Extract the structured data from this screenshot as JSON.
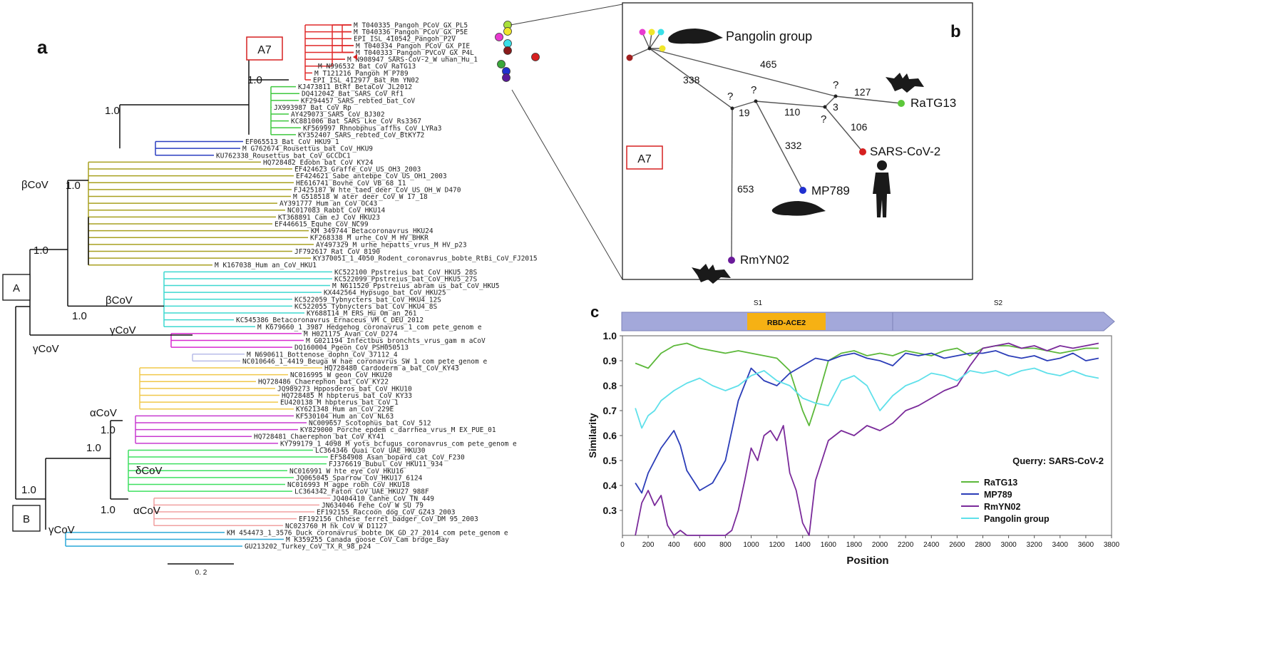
{
  "panels": {
    "a": "a",
    "b": "b",
    "c": "c"
  },
  "tree": {
    "scale_label": "0. 2",
    "group_labels": {
      "A": "A",
      "B": "B",
      "A7": "A7",
      "beta1": "βCoV",
      "beta2": "βCoV",
      "gamma1": "γCoV",
      "gamma2": "γCoV",
      "gamma3": "γCoV",
      "alpha1": "αCoV",
      "alpha2": "αCoV",
      "delta": "δCoV"
    },
    "support": "1.0",
    "taxa": [
      "M T040335_Pangoh_PCoV_GX_PL5",
      "M T040336_Pangoh_PCoV_GX_P5E",
      "EPI_ISL_410542_Pangoh_P2V",
      "M T040334_Pangoh_PCoV_GX_PIE",
      "M T040333_Pangoh_PVCoV_GX_P4L",
      "M N908947_SARS-CoV-2_W uhan_Hu_1",
      "M N996532_Bat_CoV_RaTG13",
      "M T121216_Pangoh_M P789",
      "EPI_ISL_412977_Bat_Rm YN02",
      "KJ473811_BtRf_BetaCoV_JL2012",
      "DQ412042_Bat_SARS_CoV_Rf1",
      "KF294457_SARS_rebted_bat_CoV",
      "JX993987_Bat_CoV_Rp",
      "AY429073_SARS_CoV_BJ302",
      "KC881006_Bat_SARS_Lke_CoV_Rs3367",
      "KF569997_Rhnobphus_affhs_CoV_LYRa3",
      "KY352407_SARS_rebted_CoV_BtKY72",
      "EF065513_Bat_CoV_HKU9_1",
      "M G762674_Rousettus_bat_CoV_HKU9",
      "KU762338_Rousettus_bat_CoV_GCCDC1",
      "HQ728482_Edobn_bat_CoV_KY24",
      "EF424623_Graffe_CoV_US_OH3_2003",
      "EF424621_Sabe_antebpe_CoV_US_OH1_2003",
      "HE616741_Bovhe_CoV_VB_68_11",
      "FJ425187_W hte_taed_deer_CoV_US_OH_W D470",
      "M G518518_W ater_deer_CoV_W 17_18",
      "AY391777_Hum an_CoV_OC43",
      "NC017083_Rabbt_CoV_HKU14",
      "KT368891_Cam eJ_CoV_HKU23",
      "EF446615_Equhe_CoV_NC99",
      "KM 349744_Betacoronavrus_HKU24",
      "KF268338_M urhe_CoV_M HV_BHKR",
      "AY497329_M urhe_hepatts_vrus_M HV_p23",
      "JF792617_Rat_CoV_8190",
      "KY370051_1_4050_Rodent_coronavrus_bobte_RtBi_CoV_FJ2015",
      "M K167038_Hum an_CoV_HKU1",
      "KC522100_Ppstreius_bat_CoV_HKU5_28S",
      "KC522099_Ppstreius_bat_CoV_HKU5_27S",
      "M N611520_Ppstreius_abram us_bat_CoV_HKU5",
      "KX442564_Hypsugo_bat_CoV_HKU25",
      "KC522059_Tybnycters_bat_CoV_HKU4_12S",
      "KC522055_Tybnycters_bat_CoV_HKU4_8S",
      "KY688114_M ERS_Hu_Om an_261",
      "KC545386_Betacoronavrus_Ernaceus_VM C_DEU_2012",
      "M K679660_1_3987_Hedgehog_coronavrus_1_com pete_genom e",
      "M H021175_Avan_CoV_D274",
      "M G021194_Infectbus_bronchts_vrus_gam m aCoV",
      "DQ160004_Pgeon_CoV_PSH050513",
      "M N690611_Bottenose_dophn_CoV_37112_4",
      "NC010646_1_4419_Beuga_W hae_coronavrus_SW 1_com pete_genom e",
      "HQ728480_Cardoderm a_bat_CoV_KY43",
      "NC016995_W geon_CoV_HKU20",
      "HQ728486_Chaerephon_bat_CoV_KY22",
      "JQ989273_Hpposderos_bat_CoV_HKU10",
      "HQ728485_M hbpterus_bat_CoV_KY33",
      "EU420138_M hbpterus_bat_CoV_1",
      "KY621348_Hum an_CoV_229E",
      "KF530104_Hum an_CoV_NL63",
      "NC009657_Scotophus_bat_CoV_512",
      "KY829000_Porche_epdem c_darrhea_vrus_M EX_PUE_01",
      "HQ728481_Chaerephon_bat_CoV_KY41",
      "KY799179_1_4098_M yots_bcfugus_coronavrus_com pete_genom e",
      "LC364346_Quai_CoV_UAE_HKU30",
      "EF584908_Asan_bopard_cat_CoV_F230",
      "FJ376619_Bubul_CoV_HKU11_934",
      "NC016991_W hte_eye_CoV_HKU16",
      "JQ065045_Sparrow_CoV_HKU17_6124",
      "NC016993_M agpe_robh_CoV_HKU18",
      "LC364342_Faton_CoV_UAE_HKU27_988F",
      "JQ404410_Canhe_CoV_TN_449",
      "JN634046_Fehe_CoV_W SU_79",
      "EF192155_Raccoon_dog_CoV_GZ43_2003",
      "EF192156_Chhese_ferret_badger_CoV_DM 95_2003",
      "NC023760_M hk_CoV_W D1127",
      "KM 454473_1_3576_Duck_coronavrus_bobte_DK_GD_27_2014_com pete_genom e",
      "M K359255_Canada_goose_CoV_Cam brdge_Bay",
      "GU213202_Turkey_CoV_TX_R_98_p24"
    ]
  },
  "network": {
    "labels": {
      "pangolin": "Pangolin group",
      "ratg13": "RaTG13",
      "sars": "SARS-CoV-2",
      "mp789": "MP789",
      "rmyn02": "RmYN02",
      "a7": "A7"
    },
    "distances": [
      "465",
      "338",
      "127",
      "3",
      "19",
      "110",
      "106",
      "332",
      "653"
    ],
    "unknown": "?"
  },
  "chart_data": {
    "type": "line",
    "title": "",
    "xlabel": "Position",
    "ylabel": "Similarity",
    "xlim": [
      0,
      3800
    ],
    "ylim": [
      0.2,
      1.0
    ],
    "xticks": [
      0,
      200,
      400,
      600,
      800,
      1000,
      1200,
      1400,
      1600,
      1800,
      2000,
      2200,
      2400,
      2600,
      2800,
      3000,
      3200,
      3400,
      3600,
      3800
    ],
    "yticks": [
      "1.0",
      "0.9",
      "0.8",
      "0.7",
      "0.6",
      "0.5",
      "0.4",
      "0.3"
    ],
    "query": "Querry: SARS-CoV-2",
    "domains": {
      "s1": "S1",
      "s2": "S2",
      "rbd": "RBD-ACE2"
    },
    "legend_position": "bottom-right",
    "series": [
      {
        "name": "RaTG13",
        "color": "#5cb83a",
        "x": [
          100,
          200,
          300,
          400,
          500,
          600,
          700,
          800,
          900,
          1000,
          1100,
          1200,
          1300,
          1400,
          1450,
          1500,
          1600,
          1700,
          1800,
          1900,
          2000,
          2100,
          2200,
          2300,
          2400,
          2500,
          2600,
          2700,
          2800,
          2900,
          3000,
          3100,
          3200,
          3300,
          3400,
          3500,
          3600,
          3700
        ],
        "y": [
          0.89,
          0.87,
          0.93,
          0.96,
          0.97,
          0.95,
          0.94,
          0.93,
          0.94,
          0.93,
          0.92,
          0.91,
          0.86,
          0.7,
          0.64,
          0.72,
          0.9,
          0.93,
          0.94,
          0.92,
          0.93,
          0.92,
          0.94,
          0.93,
          0.92,
          0.94,
          0.95,
          0.92,
          0.95,
          0.96,
          0.96,
          0.95,
          0.95,
          0.94,
          0.93,
          0.94,
          0.95,
          0.95
        ]
      },
      {
        "name": "MP789",
        "color": "#2b3db8",
        "x": [
          100,
          150,
          200,
          300,
          400,
          450,
          500,
          550,
          600,
          700,
          800,
          900,
          1000,
          1100,
          1200,
          1300,
          1400,
          1500,
          1600,
          1700,
          1800,
          1900,
          2000,
          2100,
          2200,
          2300,
          2400,
          2500,
          2600,
          2700,
          2800,
          2900,
          3000,
          3100,
          3200,
          3300,
          3400,
          3500,
          3600,
          3700
        ],
        "y": [
          0.41,
          0.37,
          0.45,
          0.55,
          0.62,
          0.56,
          0.46,
          0.42,
          0.38,
          0.41,
          0.5,
          0.74,
          0.87,
          0.82,
          0.8,
          0.85,
          0.88,
          0.91,
          0.9,
          0.92,
          0.93,
          0.91,
          0.9,
          0.88,
          0.93,
          0.92,
          0.93,
          0.91,
          0.92,
          0.93,
          0.93,
          0.94,
          0.92,
          0.91,
          0.92,
          0.9,
          0.91,
          0.93,
          0.9,
          0.91
        ]
      },
      {
        "name": "RmYN02",
        "color": "#7a2a9a",
        "x": [
          100,
          150,
          200,
          250,
          300,
          350,
          400,
          450,
          500,
          600,
          700,
          800,
          850,
          900,
          950,
          1000,
          1050,
          1100,
          1150,
          1200,
          1250,
          1300,
          1350,
          1400,
          1450,
          1500,
          1550,
          1600,
          1700,
          1800,
          1900,
          2000,
          2100,
          2200,
          2300,
          2400,
          2500,
          2600,
          2700,
          2800,
          2900,
          3000,
          3100,
          3200,
          3300,
          3400,
          3500,
          3600,
          3700
        ],
        "y": [
          0.2,
          0.33,
          0.38,
          0.32,
          0.36,
          0.24,
          0.2,
          0.22,
          0.2,
          0.2,
          0.2,
          0.2,
          0.22,
          0.3,
          0.42,
          0.55,
          0.5,
          0.6,
          0.62,
          0.58,
          0.64,
          0.45,
          0.38,
          0.25,
          0.2,
          0.42,
          0.5,
          0.58,
          0.62,
          0.6,
          0.64,
          0.62,
          0.65,
          0.7,
          0.72,
          0.75,
          0.78,
          0.8,
          0.88,
          0.95,
          0.96,
          0.97,
          0.95,
          0.96,
          0.94,
          0.96,
          0.95,
          0.96,
          0.97
        ]
      },
      {
        "name": "Pangolin group",
        "color": "#5fe0ea",
        "x": [
          100,
          150,
          200,
          250,
          300,
          400,
          500,
          600,
          700,
          800,
          900,
          1000,
          1100,
          1200,
          1300,
          1400,
          1500,
          1600,
          1700,
          1800,
          1900,
          2000,
          2100,
          2200,
          2300,
          2400,
          2500,
          2600,
          2700,
          2800,
          2900,
          3000,
          3100,
          3200,
          3300,
          3400,
          3500,
          3600,
          3700
        ],
        "y": [
          0.71,
          0.63,
          0.68,
          0.7,
          0.74,
          0.78,
          0.81,
          0.83,
          0.8,
          0.78,
          0.8,
          0.84,
          0.86,
          0.82,
          0.8,
          0.75,
          0.73,
          0.72,
          0.82,
          0.84,
          0.8,
          0.7,
          0.76,
          0.8,
          0.82,
          0.85,
          0.84,
          0.82,
          0.86,
          0.85,
          0.86,
          0.84,
          0.86,
          0.87,
          0.85,
          0.84,
          0.86,
          0.84,
          0.83
        ]
      }
    ]
  }
}
